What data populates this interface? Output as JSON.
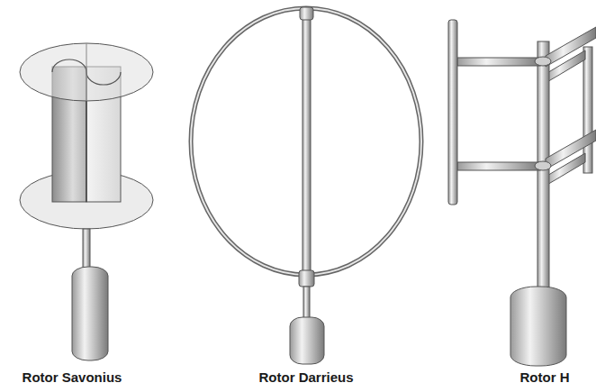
{
  "diagram": {
    "labels": [
      "Rotor Savonius",
      "Rotor Darrieus",
      "Rotor H"
    ]
  }
}
